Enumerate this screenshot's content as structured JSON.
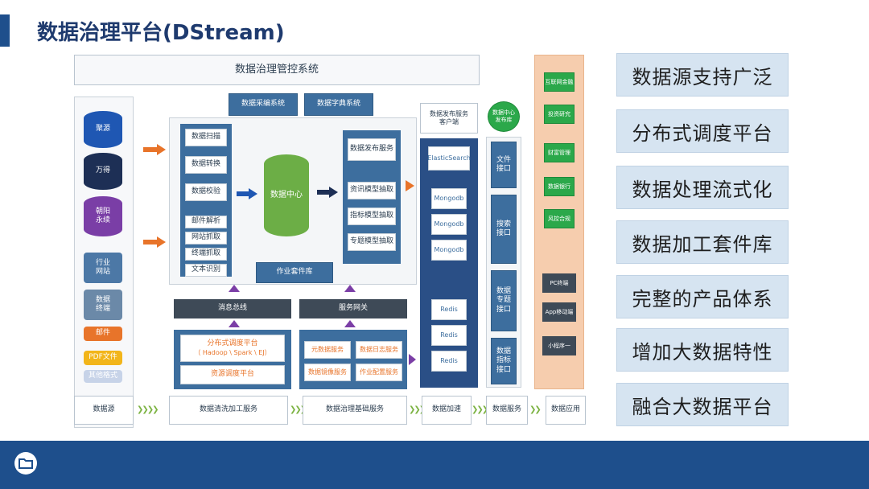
{
  "header": {
    "title": "数据治理平台(DStream)",
    "accent_color": "#1e4f8c"
  },
  "diagram": {
    "top_bar": "数据治理管控系统",
    "top_systems": [
      "数据采编系统",
      "数据字典系统"
    ],
    "publish_client": "数据发布服务\n客户端",
    "data_center_pub": "数据中心\n发布库",
    "sources": [
      "聚源",
      "万得",
      "朝阳\n永续",
      "行业\n网站",
      "数据\n终端",
      "邮件",
      "PDF文件",
      "其他格式"
    ],
    "process_items": [
      "数据扫描",
      "数据转换",
      "数据校验",
      "邮件解析",
      "网站抓取",
      "终端抓取",
      "文本识别"
    ],
    "data_center": "数据中心",
    "publish_service": "数据发布服务",
    "models": [
      "资讯模型抽取",
      "指标模型抽取",
      "专题模型抽取"
    ],
    "job_library": "作业套件库",
    "message_bus": "消息总线",
    "service_gateway": "服务网关",
    "scheduler": "分布式调度平台",
    "scheduler_sub": "（ Hadoop \\ Spark \\ EJ）",
    "resource_scheduler": "资源调度平台",
    "base_services": [
      "元数据服务",
      "数据日志服务",
      "数据镜像服务",
      "作业配置服务"
    ],
    "stores": [
      "ElasticSearch",
      "Mongodb",
      "Mongodb",
      "Mongodb",
      "Redis",
      "Redis",
      "Redis"
    ],
    "interfaces": [
      "文件\n接口",
      "搜索\n接口",
      "数据\n专题\n接口",
      "数据\n指标\n接口"
    ],
    "apps_green": [
      "互联网金融",
      "投资研究",
      "财富管理",
      "数据银行",
      "风控合规"
    ],
    "apps_dark": [
      "PC终端",
      "App移动端",
      "小程序一"
    ],
    "bottom_flow": [
      "数据源",
      "数据清洗加工服务",
      "数据治理基础服务",
      "数据加速",
      "数据服务",
      "数据应用"
    ]
  },
  "features": [
    "数据源支持广泛",
    "分布式调度平台",
    "数据处理流式化",
    "数据加工套件库",
    "完整的产品体系",
    "增加大数据特性",
    "融合大数据平台"
  ],
  "footer": {
    "icon": "folder-icon",
    "bar_color": "#1e4f8c"
  }
}
